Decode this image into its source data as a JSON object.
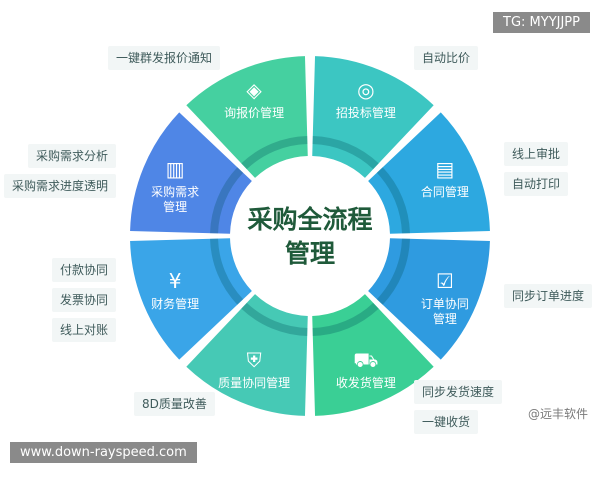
{
  "tags": {
    "tl": "一键群发报价通知",
    "tr": "自动比价",
    "ml1": "采购需求分析",
    "ml2": "采购需求进度透明",
    "mr1": "线上审批",
    "mr2": "自动打印",
    "l1": "付款协同",
    "l2": "发票协同",
    "l3": "线上对账",
    "r1": "同步订单进度",
    "bl": "8D质量改善",
    "br1": "同步发货速度",
    "br2": "一键收货"
  },
  "corner_tl": "TG: MYYJJPP",
  "corner_bl": "www.down-rayspeed.com",
  "watermark": "@远丰软件",
  "center": {
    "line1": "采购全流程",
    "line2": "管理"
  },
  "segments": [
    {
      "line1": "招投标管理",
      "line2": "",
      "color": "#3cc6c2",
      "icon": "target-icon"
    },
    {
      "line1": "合同管理",
      "line2": "",
      "color": "#2da8e0",
      "icon": "contract-icon"
    },
    {
      "line1": "订单协同",
      "line2": "管理",
      "color": "#2f9be0",
      "icon": "order-check-icon"
    },
    {
      "line1": "收发货管理",
      "line2": "",
      "color": "#3acf95",
      "icon": "truck-icon"
    },
    {
      "line1": "质量协同管理",
      "line2": "",
      "color": "#46c9b5",
      "icon": "shield-check-icon"
    },
    {
      "line1": "财务管理",
      "line2": "",
      "color": "#3aa5e8",
      "icon": "yen-box-icon"
    },
    {
      "line1": "采购需求",
      "line2": "管理",
      "color": "#4f86e6",
      "icon": "clipboard-icon"
    },
    {
      "line1": "询报价管理",
      "line2": "",
      "color": "#45d0a0",
      "icon": "price-tag-icon"
    }
  ]
}
